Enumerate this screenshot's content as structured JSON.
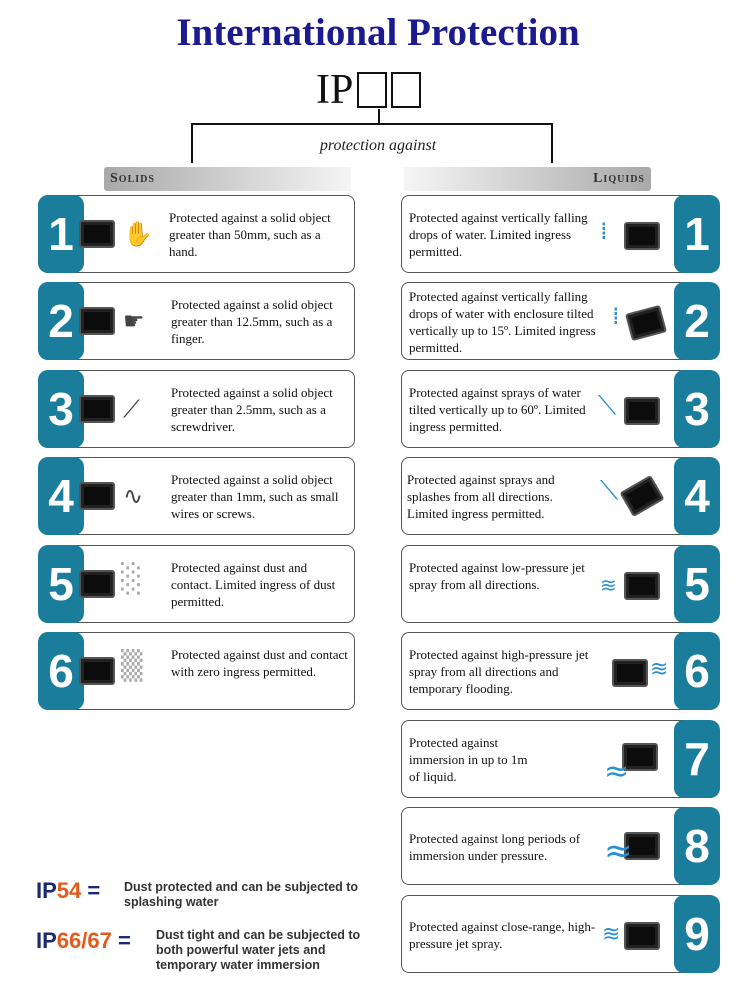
{
  "title": "International Protection",
  "ip_code": {
    "prefix": "IP"
  },
  "protection_label": "protection against",
  "headers": {
    "solids": "Solids",
    "liquids": "Liquids"
  },
  "solids": [
    {
      "number": "1",
      "text": "Protected against a solid object greater than 50mm, such as a hand.",
      "icon": "hand-icon",
      "glyph": "✋"
    },
    {
      "number": "2",
      "text": "Protected against a solid object greater than 12.5mm, such as a finger.",
      "icon": "finger-icon",
      "glyph": "☛"
    },
    {
      "number": "3",
      "text": "Protected against a solid object greater than 2.5mm, such as a screwdriver.",
      "icon": "screwdriver-icon",
      "glyph": "⟋"
    },
    {
      "number": "4",
      "text": "Protected against a solid object greater than 1mm, such as small wires or screws.",
      "icon": "wires-icon",
      "glyph": "∿"
    },
    {
      "number": "5",
      "text": "Protected against dust and contact. Limited ingress of dust permitted.",
      "icon": "dust-icon",
      "glyph": "░"
    },
    {
      "number": "6",
      "text": "Protected against dust and contact with zero ingress permitted.",
      "icon": "dust-icon",
      "glyph": "▒"
    }
  ],
  "liquids": [
    {
      "number": "1",
      "text": "Protected against vertically falling drops of water. Limited ingress permitted.",
      "icon": "water-drops-icon",
      "glyph": "⁞"
    },
    {
      "number": "2",
      "text": "Protected against vertically falling drops of water with enclosure tilted vertically up to 15º. Limited ingress permitted.",
      "icon": "water-drops-icon",
      "glyph": "⁞"
    },
    {
      "number": "3",
      "text": "Protected against sprays of water tilted vertically up to 60º. Limited ingress permitted.",
      "icon": "water-spray-icon",
      "glyph": "⟍"
    },
    {
      "number": "4",
      "text": "Protected against sprays and splashes from all directions. Limited ingress permitted.",
      "icon": "water-splash-icon",
      "glyph": "⟍"
    },
    {
      "number": "5",
      "text": "Protected against low-pressure jet spray from all directions.",
      "icon": "water-jet-icon",
      "glyph": "≋"
    },
    {
      "number": "6",
      "text": "Protected against high-pressure jet spray from all directions and temporary flooding.",
      "icon": "water-jet-icon",
      "glyph": "≋"
    },
    {
      "number": "7",
      "text": "Protected against immersion in up to 1m of liquid.",
      "icon": "water-waves-icon",
      "glyph": "≈"
    },
    {
      "number": "8",
      "text": "Protected against long periods of immersion under pressure.",
      "icon": "water-waves-icon",
      "glyph": "≈"
    },
    {
      "number": "9",
      "text": "Protected against close-range, high-pressure jet spray.",
      "icon": "water-jet-icon",
      "glyph": "≋"
    }
  ],
  "legend": [
    {
      "code_prefix": "IP",
      "code_highlight": "54",
      "code_suffix": "",
      "equals": "=",
      "description": "Dust protected and can be subjected to splashing water"
    },
    {
      "code_prefix": "IP",
      "code_highlight": "66",
      "code_suffix": "/67",
      "equals": "=",
      "description": "Dust tight and can be subjected to both powerful water jets and temporary water immersion"
    }
  ],
  "colors": {
    "title": "#1c1a8f",
    "number_block": "#1b7d9c",
    "legend_code": "#1a2a6e",
    "legend_highlight": "#e35a1b",
    "water": "#2a8fd0"
  }
}
